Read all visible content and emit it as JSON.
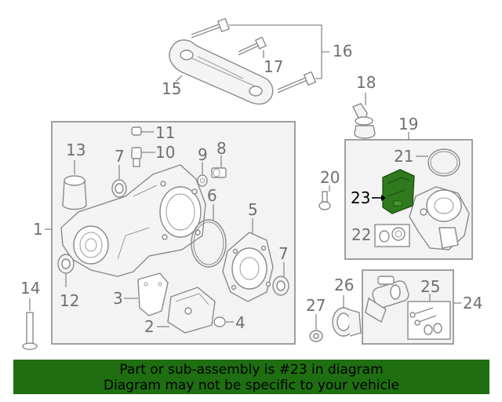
{
  "diagram": {
    "callouts": {
      "c1": "1",
      "c2": "2",
      "c3": "3",
      "c4": "4",
      "c5": "5",
      "c6": "6",
      "c7a": "7",
      "c7b": "7",
      "c8": "8",
      "c9": "9",
      "c10": "10",
      "c11": "11",
      "c12": "12",
      "c13": "13",
      "c14": "14",
      "c15": "15",
      "c16": "16",
      "c17": "17",
      "c18": "18",
      "c19": "19",
      "c20": "20",
      "c21": "21",
      "c22": "22",
      "c23": "23",
      "c24": "24",
      "c25": "25",
      "c26": "26",
      "c27": "27"
    },
    "highlight_part": "23",
    "colors": {
      "highlight_fill": "#2f7a1f",
      "banner_bg": "#1f6e12",
      "line": "#8a8a8a",
      "label": "#707070"
    }
  },
  "banner": {
    "line1": "Part or sub-assembly is #23 in diagram",
    "line2": "Diagram may not be specific to your vehicle"
  }
}
